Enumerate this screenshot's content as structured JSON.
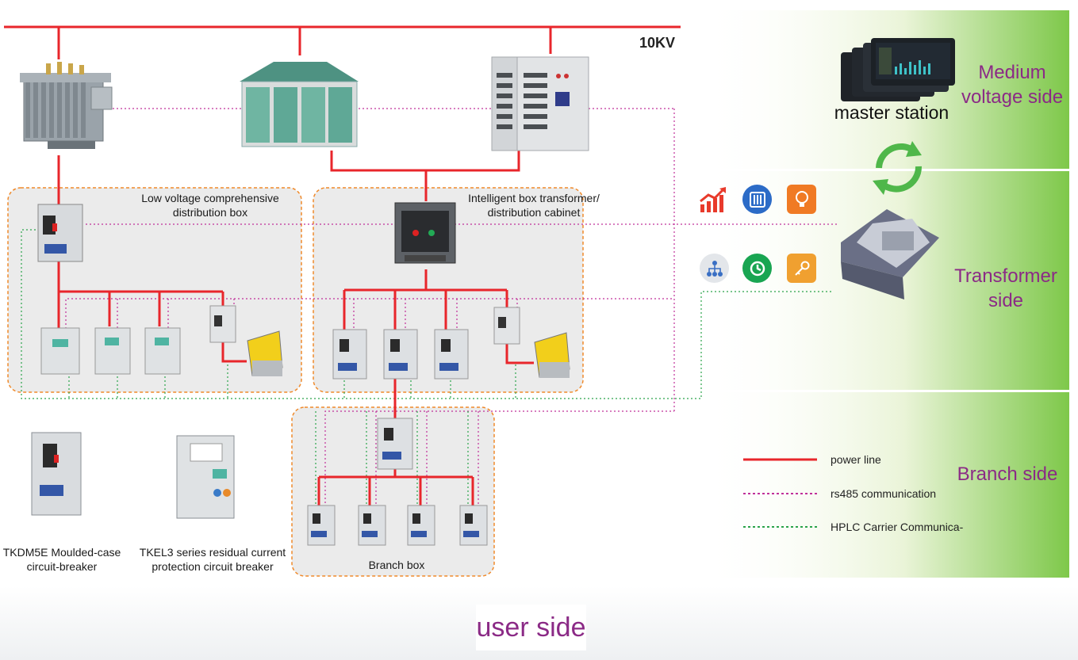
{
  "voltage_label": "10KV",
  "boxes": {
    "low_voltage": "Low voltage comprehensive distribution box",
    "intelligent": "Intelligent box transformer/ distribution cabinet",
    "branch": "Branch box"
  },
  "products": {
    "tkdm5e": "TKDM5E Moulded-case circuit-breaker",
    "tkel3": "TKEL3 series residual current protection circuit breaker"
  },
  "master_station": "master station",
  "sides": {
    "medium": "Medium voltage side",
    "transformer": "Transformer side",
    "branch": "Branch side",
    "user": "user side"
  },
  "legend": [
    {
      "label": "power line",
      "color": "#e8262b",
      "style": "solid"
    },
    {
      "label": "rs485 communication",
      "color": "#c0309a",
      "style": "dashed"
    },
    {
      "label": "HPLC Carrier Communica-",
      "color": "#2aa34a",
      "style": "dashed"
    }
  ],
  "colors": {
    "power": "#e8262b",
    "rs485": "#c0309a",
    "hplc": "#2aa34a",
    "box_border": "#f08a2b",
    "side_text": "#8b2a86"
  },
  "function_icons": [
    "trend-chart-icon",
    "equalizer-icon",
    "bulb-icon",
    "network-icon",
    "clock-icon",
    "key-icon"
  ]
}
